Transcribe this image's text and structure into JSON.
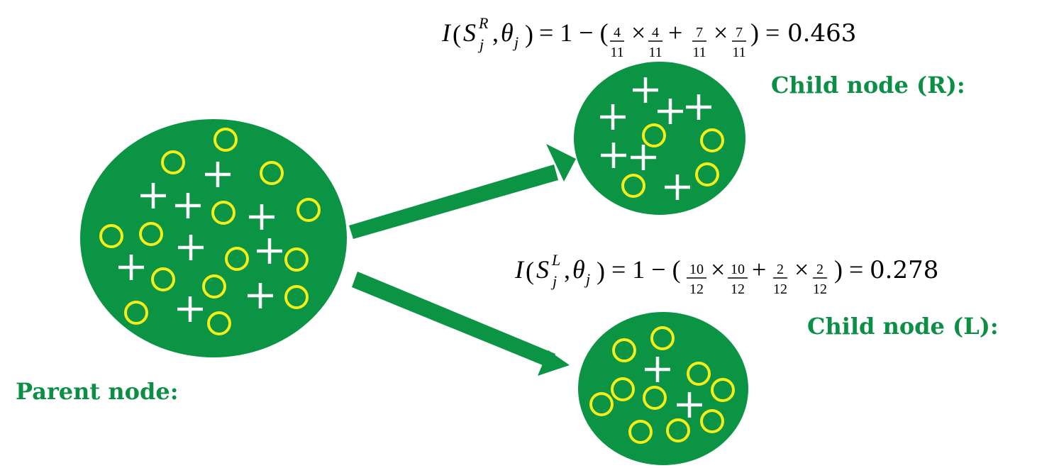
{
  "colors": {
    "node_fill": "#0b9444",
    "label_green": "#0b8f45",
    "circle_yellow": "#f3ee1a",
    "plus_white": "#ffffff",
    "arrow_green": "#0b9444"
  },
  "labels": {
    "parent": "Parent node:",
    "child_right": "Child node (R):",
    "child_left": "Child node (L):"
  },
  "formula_right": {
    "I": "I",
    "S": "S",
    "sub": "j",
    "sup": "R",
    "theta": "θ",
    "theta_sub": "j",
    "f1_num": "4",
    "f1_den": "11",
    "f2_num": "4",
    "f2_den": "11",
    "f3_num": "7",
    "f3_den": "11",
    "f4_num": "7",
    "f4_den": "11",
    "result": "0.463"
  },
  "formula_left": {
    "I": "I",
    "S": "S",
    "sub": "j",
    "sup": "L",
    "theta": "θ",
    "theta_sub": "j",
    "f1_num": "10",
    "f1_den": "12",
    "f2_num": "10",
    "f2_den": "12",
    "f3_num": "2",
    "f3_den": "12",
    "f4_num": "2",
    "f4_den": "12",
    "result": "0.278"
  },
  "counts": {
    "parent": {
      "circles": 14,
      "plus": 9
    },
    "child_right": {
      "circles": 4,
      "plus": 7
    },
    "child_left": {
      "circles": 10,
      "plus": 2
    }
  }
}
